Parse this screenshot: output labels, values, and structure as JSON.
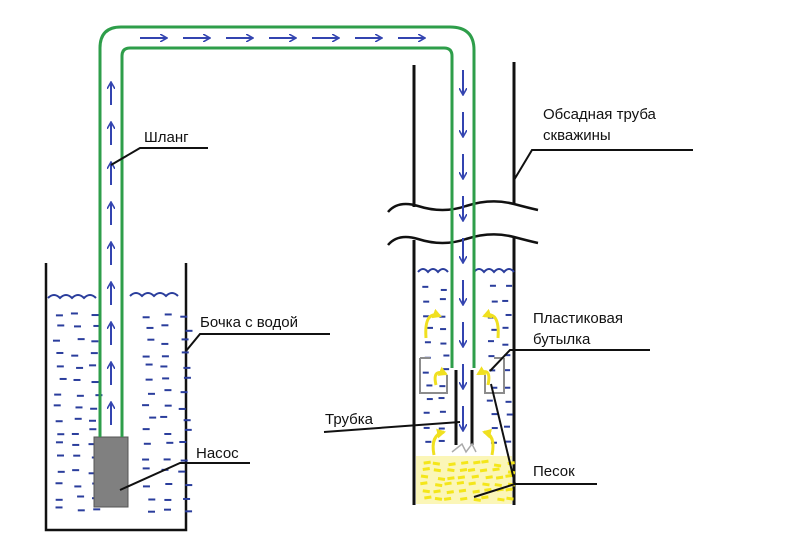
{
  "labels": {
    "hose": "Шланг",
    "barrel": "Бочка с водой",
    "pump": "Насос",
    "casing_line1": "Обсадная труба",
    "casing_line2": "скважины",
    "bottle_line1": "Пластиковая",
    "bottle_line2": "бутылка",
    "tube": "Трубка",
    "sand": "Песок"
  },
  "colors": {
    "hose": "#2e9e4a",
    "flow_arrow": "#3344b0",
    "water": "#2a3d9c",
    "outline": "#111111",
    "pump": "#808080",
    "bottle": "#8c8c8c",
    "sand": "#f4e61a",
    "bottle_flow": "#f0e020",
    "background": "#ffffff"
  }
}
